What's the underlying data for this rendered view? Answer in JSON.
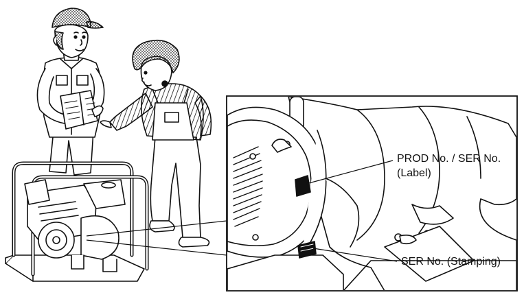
{
  "callouts": {
    "prod_ser_line1": "PROD No. / SER No.",
    "prod_ser_line2": "(Label)",
    "ser_stamping": "SER No. (Stamping)"
  },
  "colors": {
    "ink": "#111111",
    "paper": "#ffffff",
    "screentone": "#9a9a9a"
  }
}
